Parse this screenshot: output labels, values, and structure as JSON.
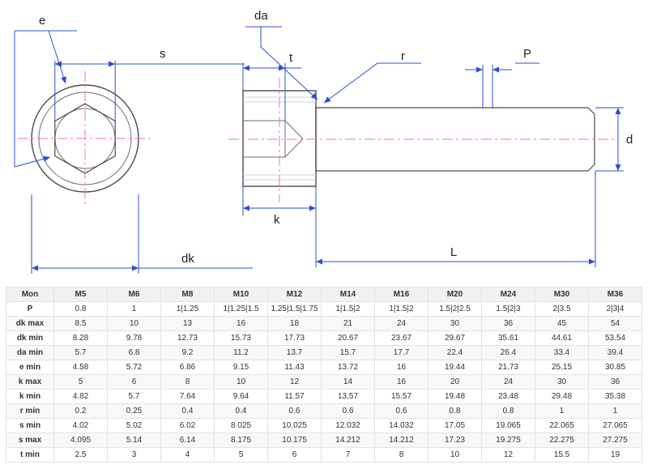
{
  "diagram": {
    "labels": {
      "e": "e",
      "s": "s",
      "dk": "dk",
      "da": "da",
      "t": "t",
      "r": "r",
      "p": "P",
      "d": "d",
      "k": "k",
      "l": "L"
    },
    "colors": {
      "dimension_line": "#2d4fd2",
      "centerline": "#ec6fd6",
      "outline": "#4a4a4a"
    }
  },
  "table": {
    "header": [
      "Mon",
      "M5",
      "M6",
      "M8",
      "M10",
      "M12",
      "M14",
      "M16",
      "M20",
      "M24",
      "M30",
      "M36"
    ],
    "rows": [
      {
        "label": "P",
        "values": [
          "0.8",
          "1",
          "1|1.25",
          "1|1.25|1.5",
          "1.25|1.5|1.75",
          "1|1.5|2",
          "1|1.5|2",
          "1.5|2|2.5",
          "1.5|2|3",
          "2|3.5",
          "2|3|4"
        ]
      },
      {
        "label": "dk max",
        "values": [
          "8.5",
          "10",
          "13",
          "16",
          "18",
          "21",
          "24",
          "30",
          "36",
          "45",
          "54"
        ]
      },
      {
        "label": "dk min",
        "values": [
          "8.28",
          "9.78",
          "12.73",
          "15.73",
          "17.73",
          "20.67",
          "23.67",
          "29.67",
          "35.61",
          "44.61",
          "53.54"
        ]
      },
      {
        "label": "da min",
        "values": [
          "5.7",
          "6.8",
          "9.2",
          "11.2",
          "13.7",
          "15.7",
          "17.7",
          "22.4",
          "26.4",
          "33.4",
          "39.4"
        ]
      },
      {
        "label": "e min",
        "values": [
          "4.58",
          "5.72",
          "6.86",
          "9.15",
          "11.43",
          "13.72",
          "16",
          "19.44",
          "21.73",
          "25.15",
          "30.85"
        ]
      },
      {
        "label": "k max",
        "values": [
          "5",
          "6",
          "8",
          "10",
          "12",
          "14",
          "16",
          "20",
          "24",
          "30",
          "36"
        ]
      },
      {
        "label": "k min",
        "values": [
          "4.82",
          "5.7",
          "7.64",
          "9.64",
          "11.57",
          "13.57",
          "15.57",
          "19.48",
          "23.48",
          "29.48",
          "35.38"
        ]
      },
      {
        "label": "r min",
        "values": [
          "0.2",
          "0.25",
          "0.4",
          "0.4",
          "0.6",
          "0.6",
          "0.6",
          "0.8",
          "0.8",
          "1",
          "1"
        ]
      },
      {
        "label": "s min",
        "values": [
          "4.02",
          "5.02",
          "6.02",
          "8.025",
          "10.025",
          "12.032",
          "14.032",
          "17.05",
          "19.065",
          "22.065",
          "27.065"
        ]
      },
      {
        "label": "s max",
        "values": [
          "4.095",
          "5.14",
          "6.14",
          "8.175",
          "10.175",
          "14.212",
          "14.212",
          "17.23",
          "19.275",
          "22.275",
          "27.275"
        ]
      },
      {
        "label": "t min",
        "values": [
          "2.5",
          "3",
          "4",
          "5",
          "6",
          "7",
          "8",
          "10",
          "12",
          "15.5",
          "19"
        ]
      }
    ]
  }
}
